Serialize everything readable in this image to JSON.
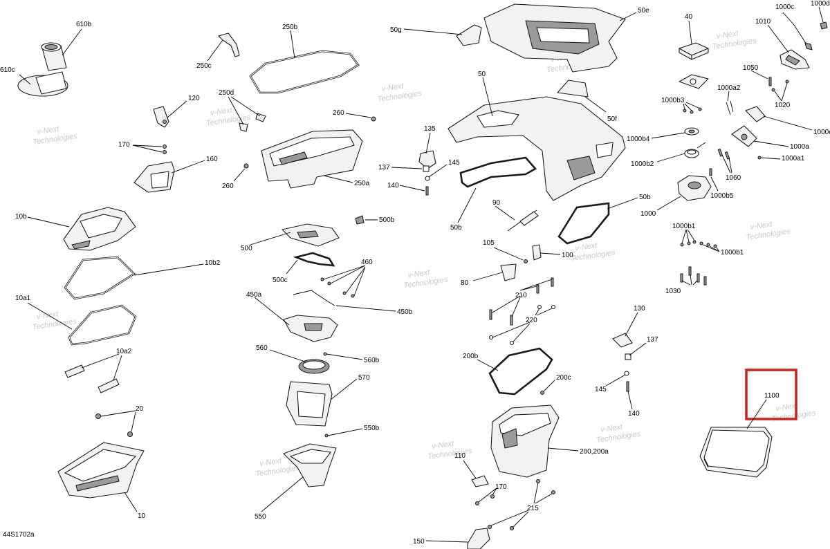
{
  "diagram_code": "44S1702a",
  "watermark": [
    "v-Next",
    "Technologies"
  ],
  "highlight_color": "#d0201c",
  "highlighted_part": "1100",
  "labels": {
    "p610b": "610b",
    "p610c": "610c",
    "p250b": "250b",
    "p250c": "250c",
    "p250d": "250d",
    "p120": "120",
    "p170a": "170",
    "p160": "160",
    "p260a": "260",
    "p260b": "260",
    "p250a": "250a",
    "p10b": "10b",
    "p10b2": "10b2",
    "p10a1": "10a1",
    "p10a2": "10a2",
    "p20": "20",
    "p10": "10",
    "p500": "500",
    "p500b": "500b",
    "p500c": "500c",
    "p460": "460",
    "p450a": "450a",
    "p450b": "450b",
    "p560": "560",
    "p560b": "560b",
    "p570": "570",
    "p550b": "550b",
    "p550": "550",
    "p50g": "50g",
    "p50e": "50e",
    "p50": "50",
    "p50f": "50f",
    "p135": "135",
    "p137a": "137",
    "p145a": "145",
    "p140a": "140",
    "p50b_l": "50b",
    "p50b_r": "50b",
    "p90": "90",
    "p105": "105",
    "p100": "100",
    "p80": "80",
    "p210": "210",
    "p220": "220",
    "p200b": "200b",
    "p200c": "200c",
    "p200": "200,200a",
    "p110": "110",
    "p170b": "170",
    "p215": "215",
    "p150": "150",
    "p40": "40",
    "p1000c": "1000c",
    "p1000d": "1000d",
    "p1010": "1010",
    "p1050": "1050",
    "p1000a2": "1000a2",
    "p1000b3": "1000b3",
    "p1020": "1020",
    "p1000e": "1000e",
    "p1000b4": "1000b4",
    "p1000a": "1000a",
    "p1000a1": "1000a1",
    "p1000b2": "1000b2",
    "p1060": "1060",
    "p1000b5": "1000b5",
    "p1000": "1000",
    "p1000b1_l": "1000b1",
    "p1000b1_r": "1000b1",
    "p1030": "1030",
    "p130": "130",
    "p137b": "137",
    "p145b": "145",
    "p140b": "140",
    "p1100": "1100"
  }
}
